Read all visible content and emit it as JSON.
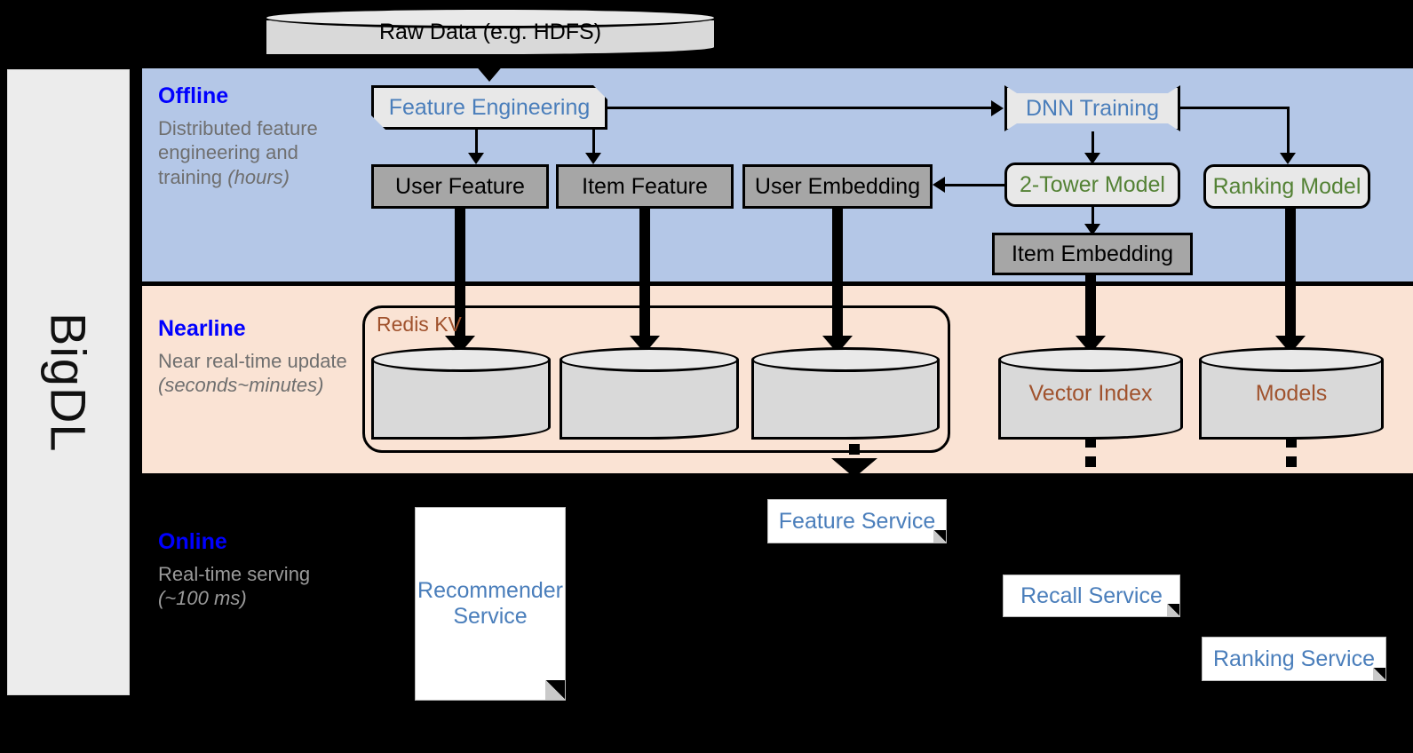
{
  "sidebar": {
    "label": "BigDL"
  },
  "bands": [
    {
      "id": "offline",
      "title": "Offline",
      "desc_line1": "Distributed feature engineering and training ",
      "desc_em": "(hours)"
    },
    {
      "id": "nearline",
      "title": "Nearline",
      "desc_line1": "Near real-time update ",
      "desc_em": "(seconds~minutes)"
    },
    {
      "id": "online",
      "title": "Online",
      "desc_line1": "Real-time serving ",
      "desc_em": "(~100 ms)"
    }
  ],
  "nodes": {
    "raw_data": "Raw Data (e.g. HDFS)",
    "feature_engineering": "Feature Engineering",
    "dnn_training": "DNN Training",
    "user_feature": "User Feature",
    "item_feature": "Item Feature",
    "user_embedding": "User Embedding",
    "two_tower_model": "2-Tower Model",
    "ranking_model": "Ranking Model",
    "item_embedding": "Item Embedding",
    "redis_kv": "Redis KV",
    "vector_index": "Vector Index",
    "models": "Models",
    "feature_service": "Feature Service",
    "recommender_service": "Recommender Service",
    "recall_service": "Recall Service",
    "ranking_service": "Ranking Service"
  },
  "colors": {
    "offline_band": "#b4c7e7",
    "nearline_band": "#fae3d4",
    "online_band": "#000000",
    "band_title": "#0000ff",
    "process_text": "#4a7ebb",
    "model_text": "#548235",
    "store_text": "#a0522d",
    "data_box": "#a6a6a6",
    "sidebar": "#ececec"
  }
}
